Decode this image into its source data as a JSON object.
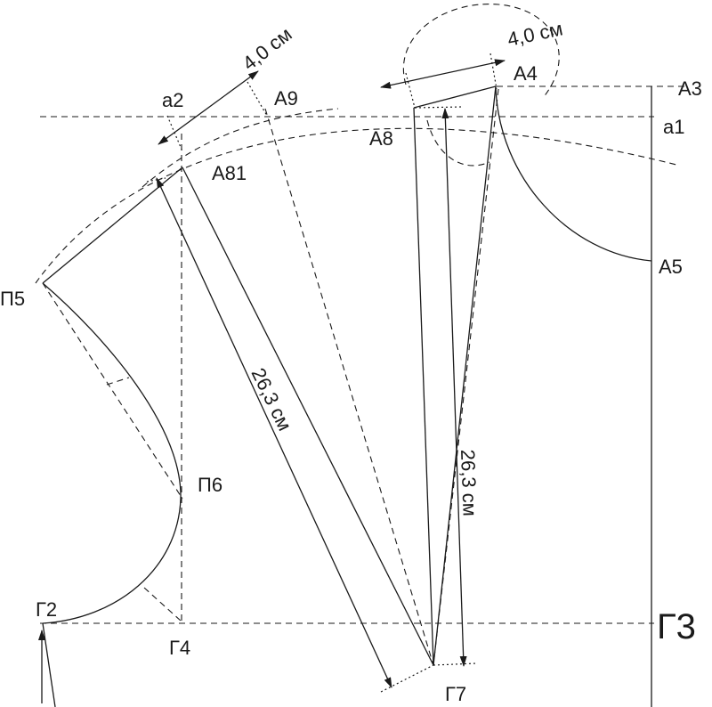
{
  "points": {
    "a2": "a2",
    "A9": "A9",
    "A81": "A81",
    "A8": "A8",
    "A4": "A4",
    "A3": "A3",
    "a1": "a1",
    "A5": "A5",
    "P5": "П5",
    "P6": "П6",
    "G2": "Г2",
    "G4": "Г4",
    "G3": "Г3",
    "G7": "Г7"
  },
  "measurements": {
    "dart_opening_left": "4,0 см",
    "dart_opening_right": "4,0 см",
    "dart_length_left": "26,3 см",
    "dart_length_right": "26,3 см"
  }
}
